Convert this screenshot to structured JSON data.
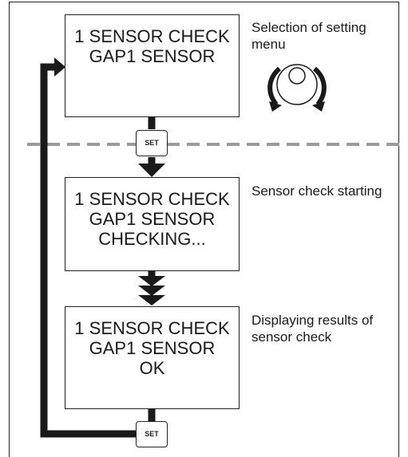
{
  "screens": [
    {
      "lines": [
        "1 SENSOR CHECK",
        "GAP1 SENSOR"
      ]
    },
    {
      "lines": [
        "1 SENSOR CHECK",
        "GAP1 SENSOR",
        "CHECKING..."
      ]
    },
    {
      "lines": [
        "1 SENSOR CHECK",
        "GAP1 SENSOR",
        "OK"
      ]
    }
  ],
  "notes": {
    "selection": [
      "Selection of setting",
      "menu"
    ],
    "starting": [
      "Sensor check starting"
    ],
    "results": [
      "Displaying results of",
      "sensor check"
    ]
  },
  "buttons": {
    "set_label": "SET"
  },
  "colors": {
    "line": "#1a1a1a",
    "divider": "#9a9a9a"
  },
  "icons": {
    "dial": "rotary-dial-icon"
  }
}
